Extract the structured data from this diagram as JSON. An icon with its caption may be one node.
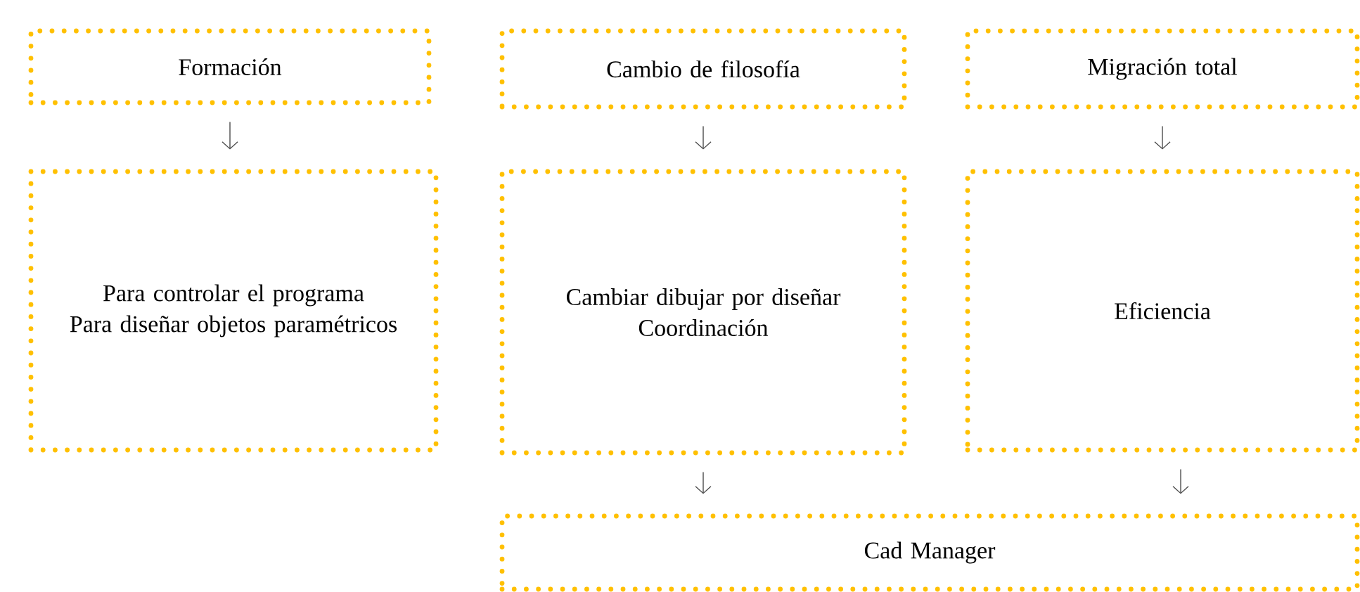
{
  "diagram": {
    "nodes": [
      {
        "text": [
          "Formación"
        ]
      },
      {
        "text": [
          "Para controlar el programa",
          "Para diseñar objetos paramétricos"
        ]
      },
      {
        "text": [
          "Cambio de filosofía"
        ]
      },
      {
        "text": [
          "Cambiar dibujar por diseñar",
          "Coordinación"
        ]
      },
      {
        "text": [
          "Migración total"
        ]
      },
      {
        "text": [
          "Eficiencia"
        ]
      },
      {
        "text": [
          "Cad Manager"
        ]
      }
    ],
    "edges": [
      {
        "from": 0,
        "to": 1,
        "arrow": "to"
      },
      {
        "from": 2,
        "to": 3,
        "arrow": "to"
      },
      {
        "from": 4,
        "to": 5,
        "arrow": "to"
      },
      {
        "from": 3,
        "to": 6,
        "arrow": "to"
      },
      {
        "from": 5,
        "to": 6,
        "arrow": "to"
      }
    ]
  }
}
